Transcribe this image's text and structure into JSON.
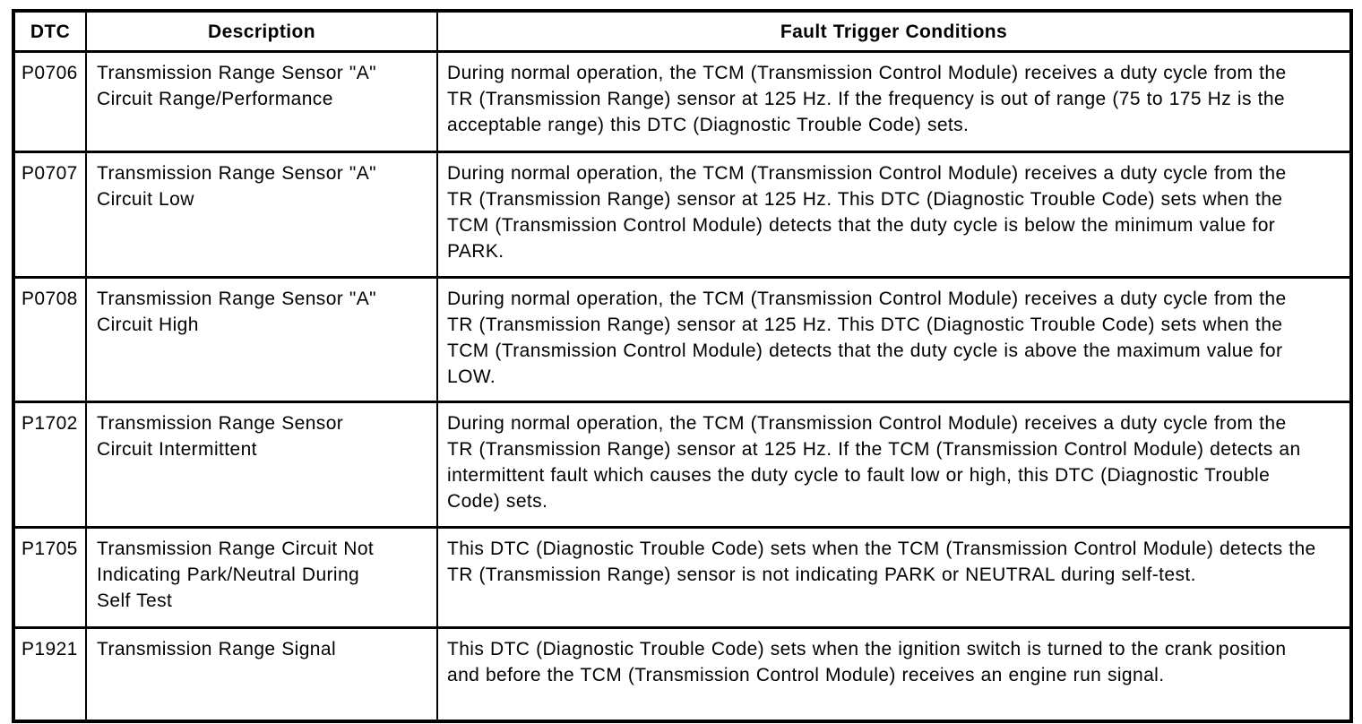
{
  "table": {
    "columns": [
      "DTC",
      "Description",
      "Fault Trigger Conditions"
    ],
    "rows": [
      {
        "dtc": "P0706",
        "description": "Transmission Range Sensor \"A\" Circuit Range/Performance",
        "conditions": "During normal operation, the TCM (Transmission Control Module) receives a duty cycle from the TR (Transmission Range) sensor at 125 Hz. If the frequency is out of range (75 to 175 Hz is the acceptable range) this DTC (Diagnostic Trouble Code) sets."
      },
      {
        "dtc": "P0707",
        "description": "Transmission Range Sensor \"A\" Circuit Low",
        "conditions": "During normal operation, the TCM (Transmission Control Module) receives a duty cycle from the TR (Transmission Range) sensor at 125 Hz. This DTC (Diagnostic Trouble Code) sets when the TCM (Transmission Control Module) detects that the duty cycle is below the minimum value for PARK."
      },
      {
        "dtc": "P0708",
        "description": "Transmission Range Sensor \"A\" Circuit High",
        "conditions": "During normal operation, the TCM (Transmission Control Module) receives a duty cycle from the TR (Transmission Range) sensor at 125 Hz. This DTC (Diagnostic Trouble Code) sets when the TCM (Transmission Control Module) detects that the duty cycle is above the maximum value for LOW."
      },
      {
        "dtc": "P1702",
        "description": "Transmission Range Sensor Circuit Intermittent",
        "conditions": "During normal operation, the TCM (Transmission Control Module) receives a duty cycle from the TR (Transmission Range) sensor at 125 Hz. If the TCM (Transmission Control Module) detects an intermittent fault which causes the duty cycle to fault low or high, this DTC (Diagnostic Trouble Code) sets."
      },
      {
        "dtc": "P1705",
        "description": "Transmission Range Circuit Not Indicating Park/Neutral During Self Test",
        "conditions": "This DTC (Diagnostic Trouble Code) sets when the TCM (Transmission Control Module) detects the TR (Transmission Range) sensor is not indicating PARK or NEUTRAL during self-test."
      },
      {
        "dtc": "P1921",
        "description": "Transmission Range Signal",
        "conditions": "This DTC (Diagnostic Trouble Code) sets when the ignition switch is turned to the crank position and before the TCM (Transmission Control Module) receives an engine run signal."
      }
    ]
  },
  "colors": {
    "border": "#000000",
    "text": "#000000",
    "background": "#ffffff"
  }
}
